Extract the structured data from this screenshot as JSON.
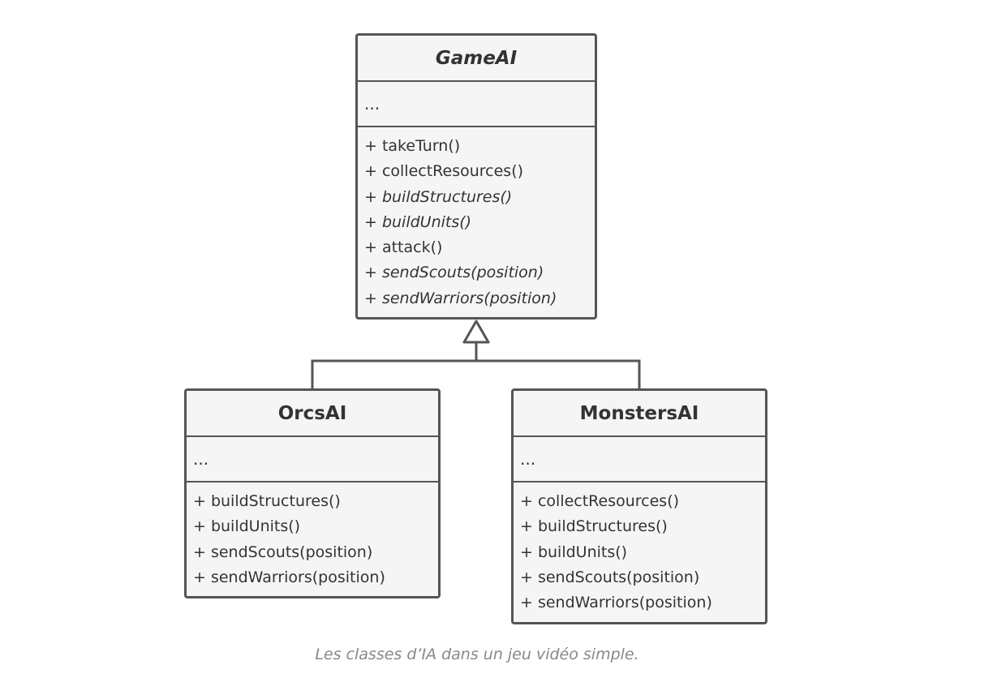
{
  "classes": {
    "game_ai": {
      "name": "GameAI",
      "abstract": true,
      "fields": "...",
      "methods": [
        {
          "text": "+ takeTurn()",
          "abstract": false
        },
        {
          "text": "+ collectResources()",
          "abstract": false
        },
        {
          "text": "+ buildStructures()",
          "abstract": true
        },
        {
          "text": "+ buildUnits()",
          "abstract": true
        },
        {
          "text": "+ attack()",
          "abstract": false
        },
        {
          "text": "+ sendScouts(position)",
          "abstract": true
        },
        {
          "text": "+ sendWarriors(position)",
          "abstract": true
        }
      ]
    },
    "orcs_ai": {
      "name": "OrcsAI",
      "abstract": false,
      "fields": "...",
      "methods": [
        {
          "text": "+ buildStructures()",
          "abstract": false
        },
        {
          "text": "+ buildUnits()",
          "abstract": false
        },
        {
          "text": "+ sendScouts(position)",
          "abstract": false
        },
        {
          "text": "+ sendWarriors(position)",
          "abstract": false
        }
      ]
    },
    "monsters_ai": {
      "name": "MonstersAI",
      "abstract": false,
      "fields": "...",
      "methods": [
        {
          "text": "+ collectResources()",
          "abstract": false
        },
        {
          "text": "+ buildStructures()",
          "abstract": false
        },
        {
          "text": "+ buildUnits()",
          "abstract": false
        },
        {
          "text": "+ sendScouts(position)",
          "abstract": false
        },
        {
          "text": "+ sendWarriors(position)",
          "abstract": false
        }
      ]
    }
  },
  "relations": [
    {
      "type": "inheritance",
      "from": "orcs_ai",
      "to": "game_ai"
    },
    {
      "type": "inheritance",
      "from": "monsters_ai",
      "to": "game_ai"
    }
  ],
  "caption": "Les classes d’IA dans un jeu vidéo simple."
}
